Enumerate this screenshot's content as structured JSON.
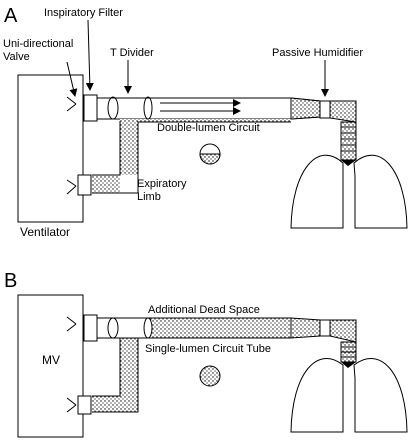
{
  "panels": [
    {
      "letter": "A",
      "ventilator_label": "Ventilator",
      "labels": {
        "inspiratory_filter": "Inspiratory Filter",
        "valve_line1": "Uni-directional",
        "valve_line2": "Valve",
        "t_divider": "T Divider",
        "passive_humidifier": "Passive Humidifier",
        "circuit": "Double-lumen Circuit",
        "expiratory_line1": "Expiratory",
        "expiratory_line2": "Limb"
      }
    },
    {
      "letter": "B",
      "ventilator_label": "MV",
      "labels": {
        "dead_space": "Additional Dead Space",
        "circuit": "Single-lumen Circuit Tube"
      }
    }
  ]
}
